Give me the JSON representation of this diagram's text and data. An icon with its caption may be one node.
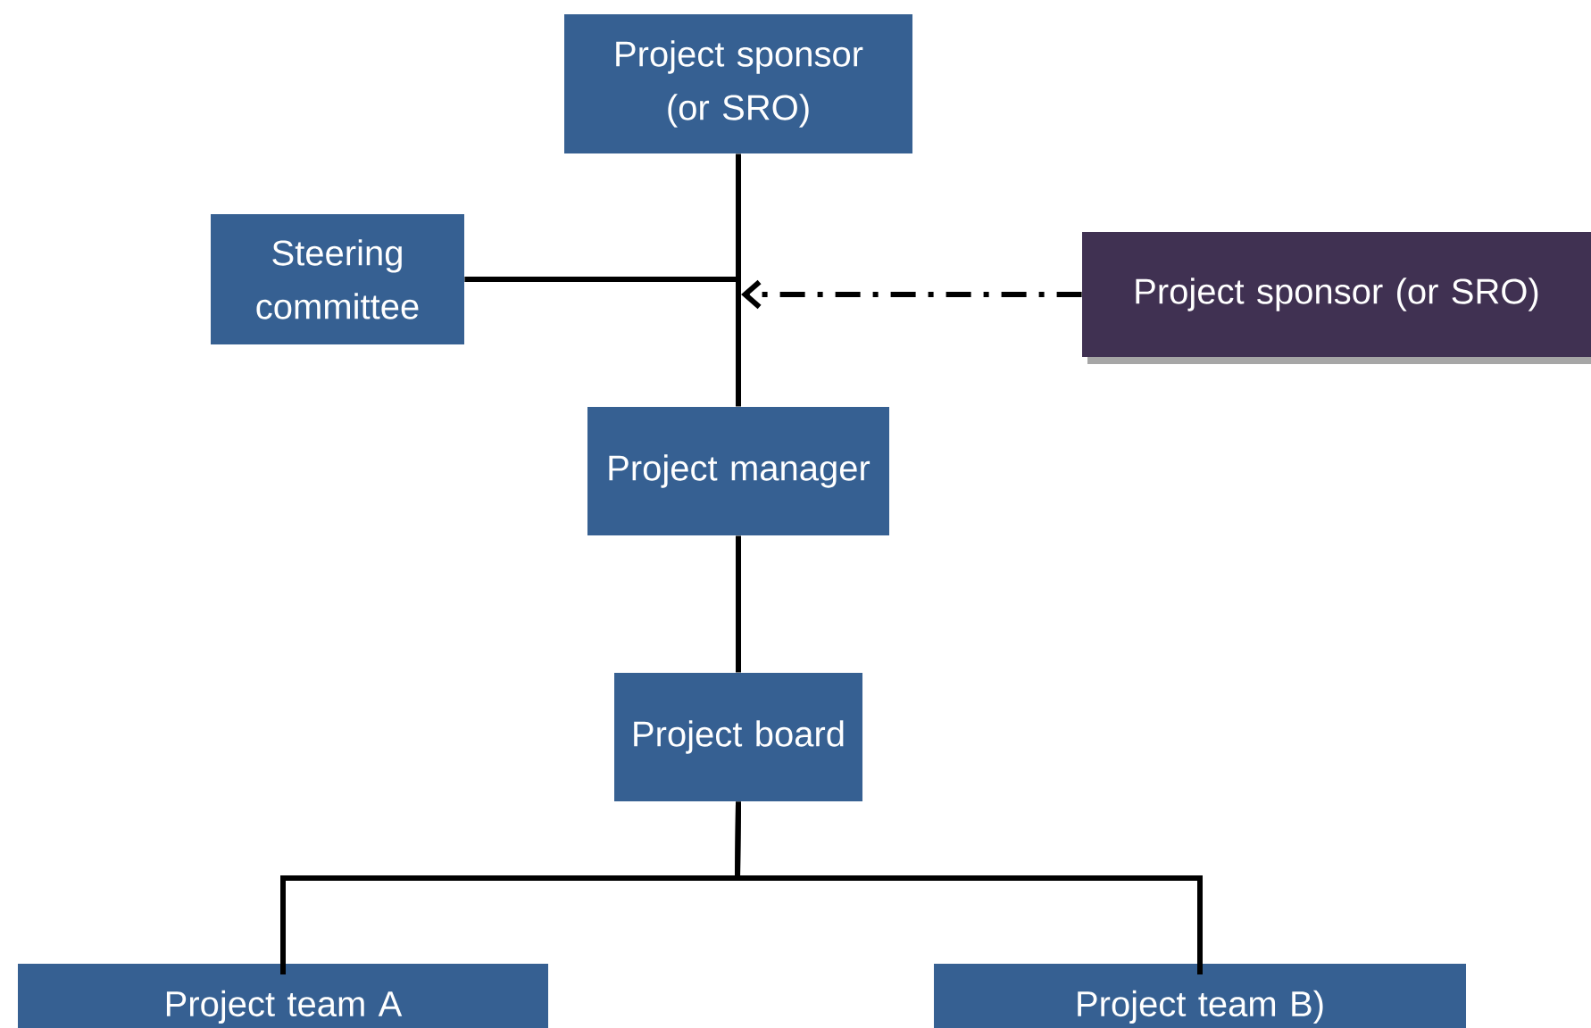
{
  "diagram": {
    "nodes": [
      {
        "text": [
          "Project sponsor (or SRO)"
        ]
      },
      {
        "text": [
          "Steering committee"
        ]
      },
      {
        "text": [
          "Project sponsor (or SRO)"
        ]
      },
      {
        "text": [
          "Project manager"
        ]
      },
      {
        "text": [
          "Project board"
        ]
      },
      {
        "text": [
          "Project team A"
        ]
      },
      {
        "text": [
          "Project team B)"
        ]
      }
    ],
    "edges": [
      {
        "from": 0,
        "to": 3,
        "arrow": "none"
      },
      {
        "from": 1,
        "to": null,
        "arrow": "none"
      },
      {
        "from": 2,
        "to": null,
        "arrow": "to",
        "style": "dashed"
      },
      {
        "from": 3,
        "to": 4,
        "arrow": "none"
      },
      {
        "from": 4,
        "to": 5,
        "arrow": "none"
      },
      {
        "from": 4,
        "to": 6,
        "arrow": "none"
      }
    ]
  }
}
